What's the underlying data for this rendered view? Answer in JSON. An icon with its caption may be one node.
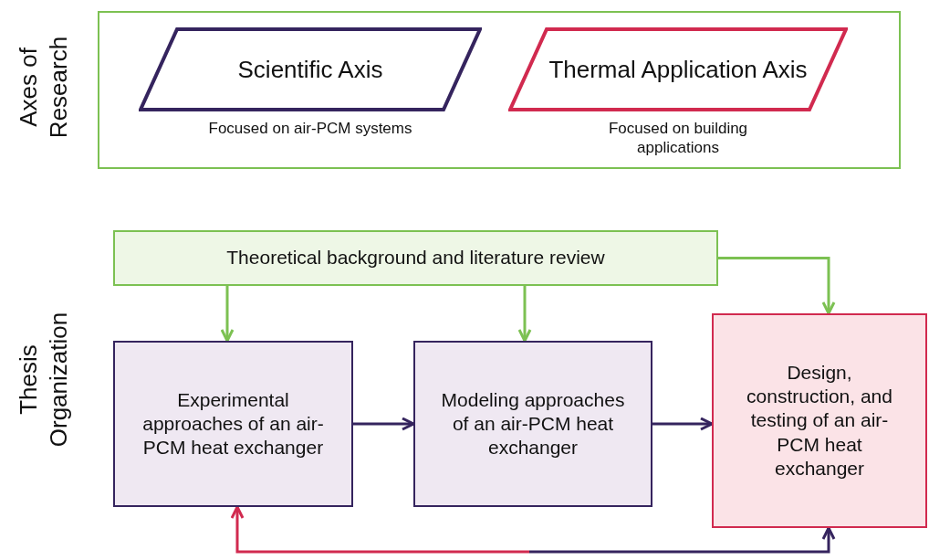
{
  "diagram": {
    "nodes": [
      {
        "text": [],
        "shape": "box"
      },
      {
        "text": [
          "Scientific Axis"
        ],
        "in": 0,
        "beside": [
          "Focused on air-PCM systems"
        ]
      },
      {
        "text": [
          "Thermal Application Axis"
        ],
        "in": 0,
        "beside": [
          "Focused on building applications"
        ]
      },
      {
        "text": [
          "Theoretical background and literature review"
        ]
      },
      {
        "text": [
          "Experimental approaches of an air-PCM heat exchanger"
        ]
      },
      {
        "text": [
          "Modeling approaches of an air-PCM heat exchanger"
        ]
      },
      {
        "text": [
          "Design, construction, and testing of an air-PCM heat exchanger"
        ]
      }
    ],
    "edges": [
      {
        "from": 3,
        "to": 4,
        "arrow": "to"
      },
      {
        "from": 3,
        "to": 5,
        "arrow": "to"
      },
      {
        "from": 3,
        "to": 6,
        "arrow": "to"
      },
      {
        "from": 4,
        "to": 5,
        "arrow": "to",
        "color": "#35245e"
      },
      {
        "from": 5,
        "to": 6,
        "arrow": "to",
        "color": "#35245e"
      },
      {
        "from": 6,
        "to": 4,
        "arrow": "both",
        "color": "#d12a4f"
      }
    ],
    "labels": [
      "Axes of Research",
      "Thesis Organization"
    ]
  }
}
